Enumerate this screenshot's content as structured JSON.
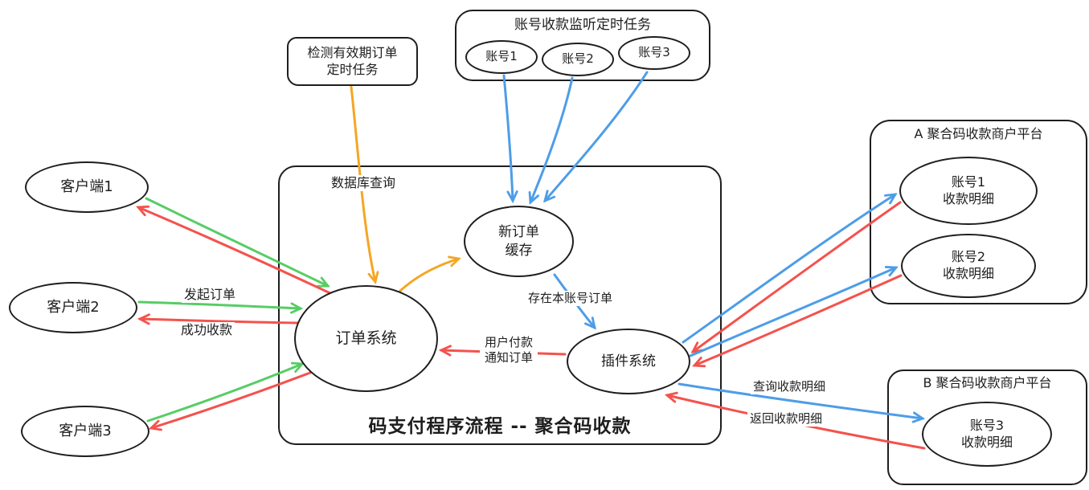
{
  "colors": {
    "stroke": "#1e1e1e",
    "blue": "#4d9de8",
    "red": "#f4524d",
    "green": "#57cd65",
    "orange": "#f5a623"
  },
  "main": {
    "title": "码支付程序流程 -- 聚合码收款"
  },
  "nodes": {
    "timer_task": {
      "line1": "检测有效期订单",
      "line2": "定时任务"
    },
    "listen_group_title": "账号收款监听定时任务",
    "listen_accounts": [
      "账号1",
      "账号2",
      "账号3"
    ],
    "clients": [
      "客户端1",
      "客户端2",
      "客户端3"
    ],
    "order_system": "订单系统",
    "cache": {
      "line1": "新订单",
      "line2": "缓存"
    },
    "plugin_system": "插件系统",
    "platform_a": {
      "title": "A 聚合码收款商户平台",
      "account1": {
        "line1": "账号1",
        "line2": "收款明细"
      },
      "account2": {
        "line1": "账号2",
        "line2": "收款明细"
      }
    },
    "platform_b": {
      "title": "B 聚合码收款商户平台",
      "account3": {
        "line1": "账号3",
        "line2": "收款明细"
      }
    }
  },
  "edge_labels": {
    "db_query": "数据库查询",
    "create_order": "发起订单",
    "payment_success": "成功收款",
    "own_account_order": "存在本账号订单",
    "user_payment": {
      "line1": "用户付款",
      "line2": "通知订单"
    },
    "query_details": "查询收款明细",
    "return_details": "返回收款明细"
  }
}
